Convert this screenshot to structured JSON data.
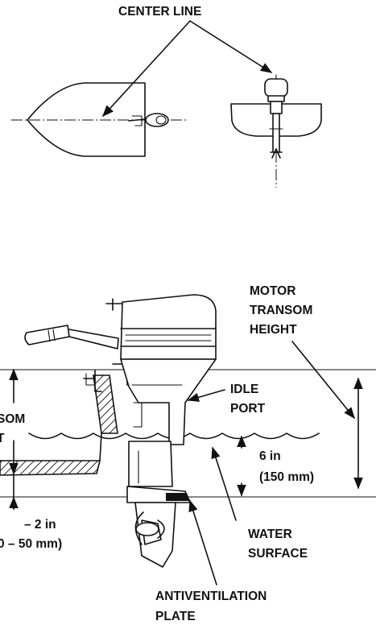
{
  "labels": {
    "center_line": "CENTER LINE",
    "motor_transom_height": [
      "MOTOR",
      "TRANSOM",
      "HEIGHT"
    ],
    "idle_port": [
      "IDLE",
      "PORT"
    ],
    "transom_height_partial": [
      "SOM",
      "T"
    ],
    "water_depth": [
      "6 in",
      "(150 mm)"
    ],
    "clearance": [
      "– 2 in",
      "0 – 50 mm)"
    ],
    "water_surface": [
      "WATER",
      "SURFACE"
    ],
    "antiventilation_plate": [
      "ANTIVENTILATION",
      "PLATE"
    ]
  },
  "colors": {
    "ink": "#111111",
    "background": "#ffffff"
  }
}
